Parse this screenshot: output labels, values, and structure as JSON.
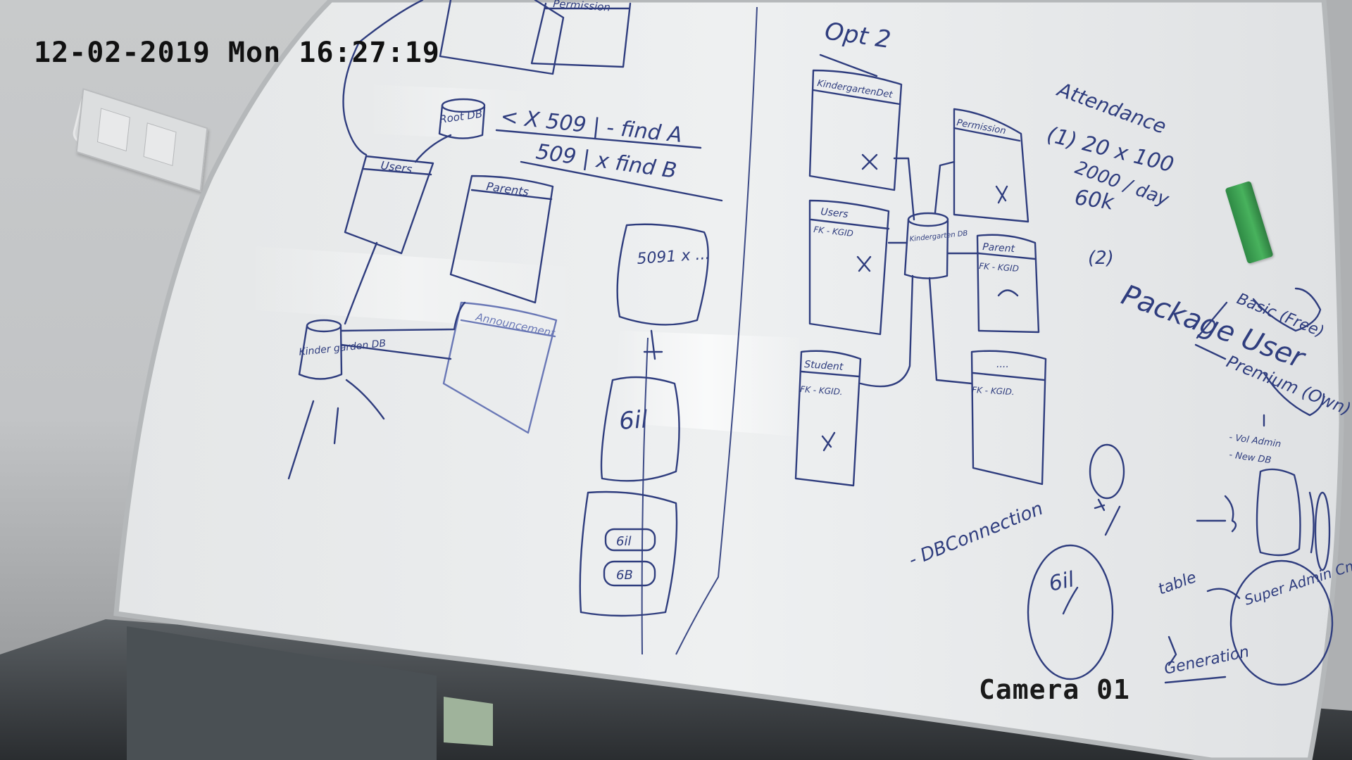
{
  "overlay": {
    "timestamp": "12-02-2019 Mon 16:27:19",
    "camera": "Camera 01"
  },
  "whiteboard": {
    "left_diagram": {
      "db_root": "Root DB",
      "db_kindergarten": "Kinder garden DB",
      "tables": [
        "Users",
        "Parents",
        "Announcement",
        "Permission"
      ],
      "note_line1": "< X 509 | - find A",
      "note_line2": "509 | x find B",
      "side_box1": "5091 x ...",
      "side_box2": "6il",
      "side_box3a": "6il",
      "side_box3b": "6B"
    },
    "right_diagram": {
      "heading": "Opt 2",
      "db_kindergarten": "Kindergarten DB",
      "tables": [
        {
          "title": "KindergartenDet",
          "fk": ""
        },
        {
          "title": "Permission",
          "fk": ""
        },
        {
          "title": "Users",
          "fk": "FK - KGID"
        },
        {
          "title": "Parent",
          "fk": "FK - KGID"
        },
        {
          "title": "Student",
          "fk": "FK - KGID."
        },
        {
          "title": "....",
          "fk": "FK - KGID."
        }
      ],
      "db_connection": "- DBConnection"
    },
    "notes": {
      "attendance_title": "Attendance",
      "attendance_line1": "(1) 20 x 100",
      "attendance_line2": "2000 / day",
      "attendance_line3": "60k",
      "point2": "(2)",
      "package_label": "Package User",
      "basic": "Basic (Free)",
      "premium": "Premium (Own)",
      "premium_items": [
        "- Vol Admin",
        "- New DB"
      ],
      "bottom_circle1": "6il",
      "bottom_circle2": "Super Admin Cms Web",
      "table_label": "table",
      "generation": "Generation"
    }
  }
}
